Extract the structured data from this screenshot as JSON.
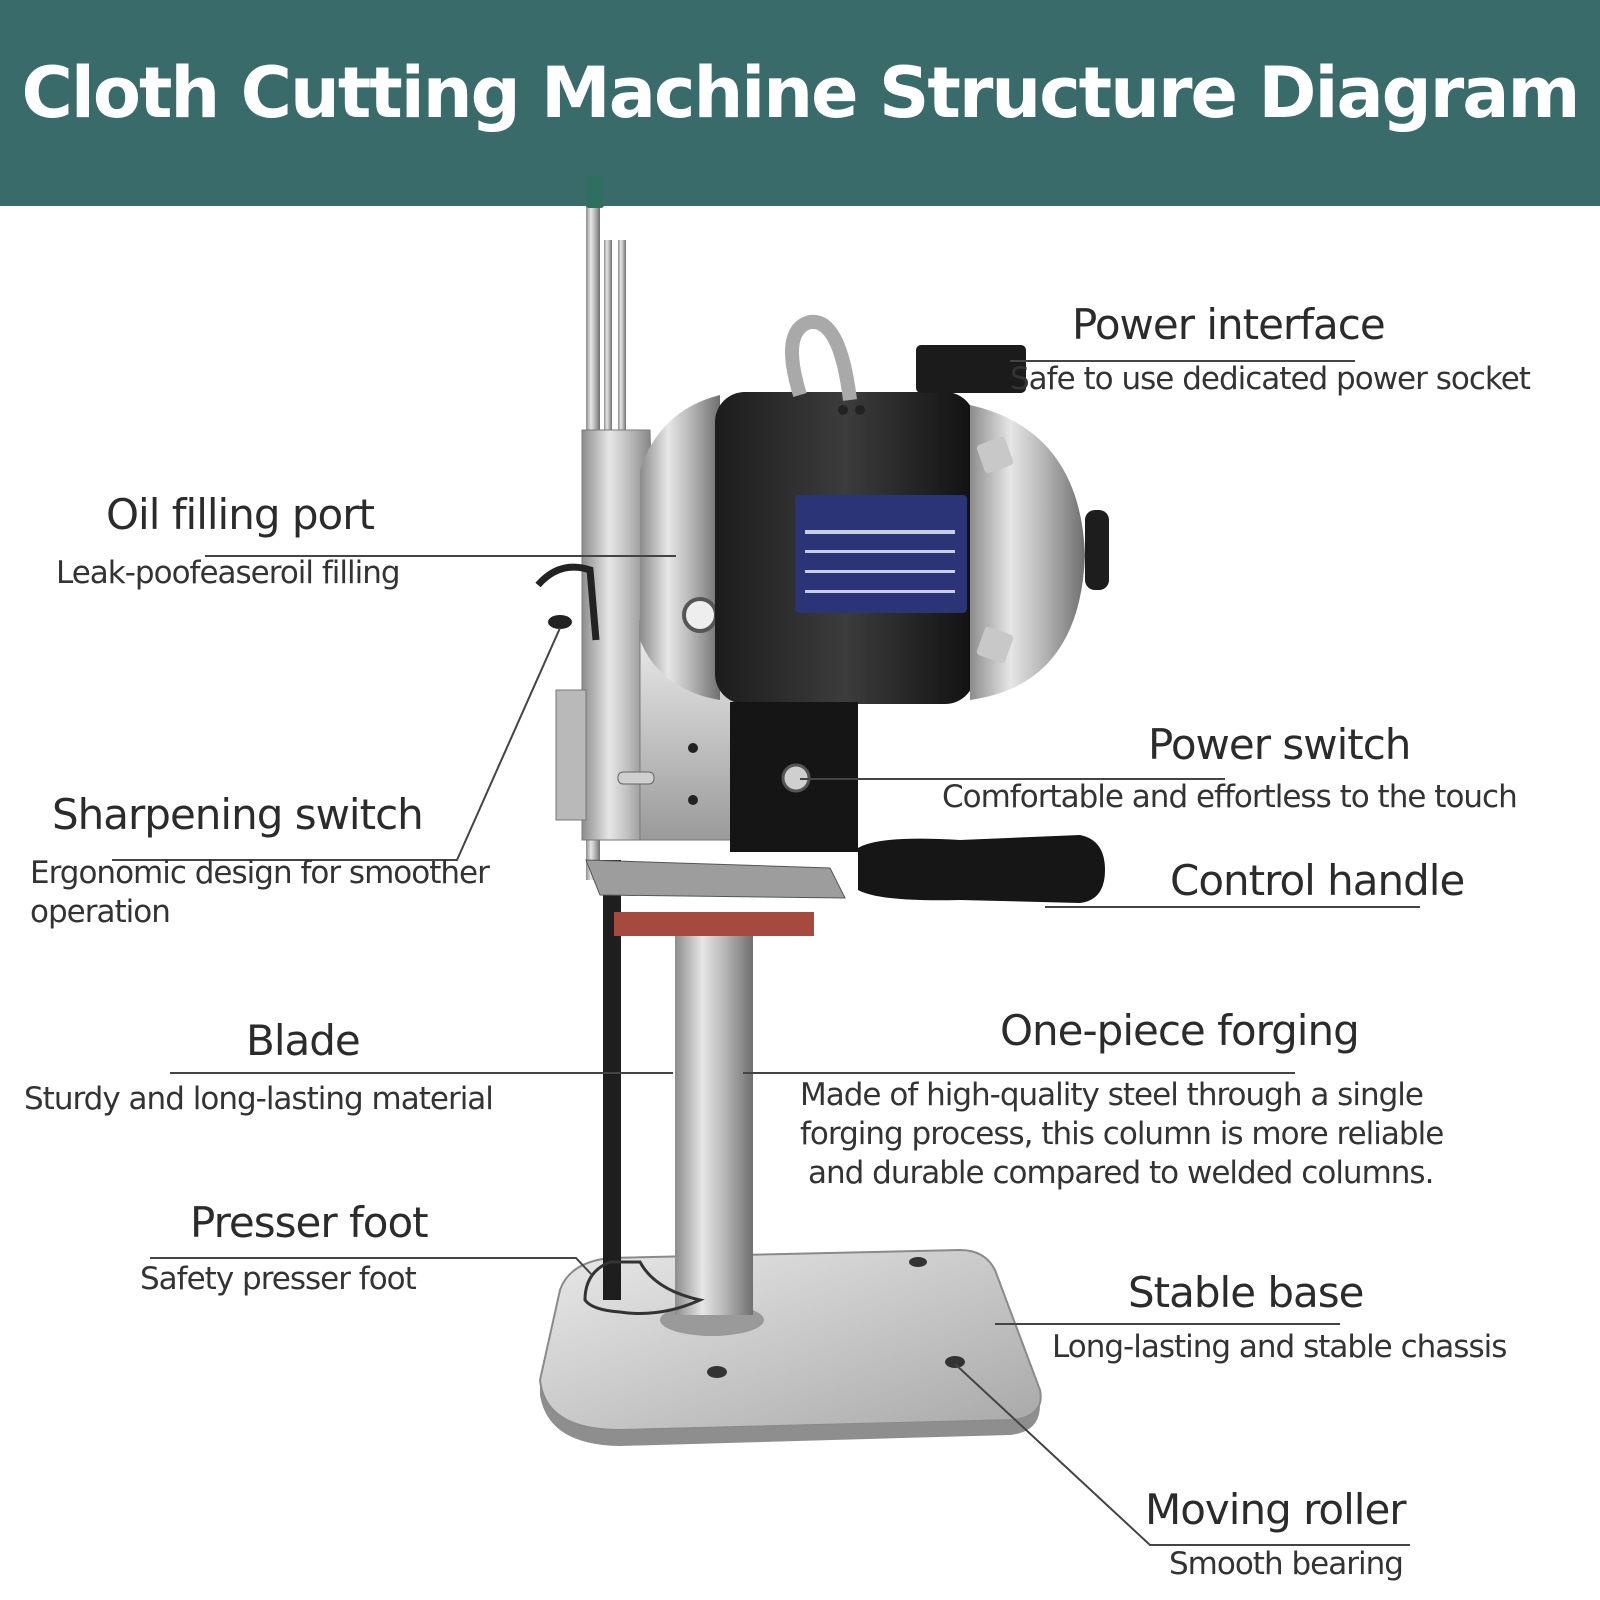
{
  "header": {
    "title": "Cloth Cutting Machine Structure Diagram"
  },
  "colors": {
    "header_bg": "#3a6b6b",
    "title_text": "#ffffff",
    "leader_line": "#444444"
  },
  "callouts": {
    "power_interface": {
      "title": "Power interface",
      "desc": "Safe to use dedicated power socket"
    },
    "oil_filling_port": {
      "title": "Oil filling port",
      "desc": "Leak-poofeaseroil filling"
    },
    "power_switch": {
      "title": "Power switch",
      "desc": "Comfortable and effortless to the touch"
    },
    "sharpening_switch": {
      "title": "Sharpening switch",
      "desc_line1": "Ergonomic design for smoother",
      "desc_line2": "operation"
    },
    "control_handle": {
      "title": "Control handle"
    },
    "blade": {
      "title": "Blade",
      "desc": "Sturdy and long-lasting material"
    },
    "one_piece_forging": {
      "title": "One-piece forging",
      "desc_line1": "Made of high-quality steel through a single",
      "desc_line2": "forging process, this column is more reliable",
      "desc_line3": "and durable compared to welded columns."
    },
    "presser_foot": {
      "title": "Presser foot",
      "desc": "Safety presser foot"
    },
    "stable_base": {
      "title": "Stable base",
      "desc": "Long-lasting and stable chassis"
    },
    "moving_roller": {
      "title": "Moving roller",
      "desc": "Smooth bearing"
    }
  }
}
